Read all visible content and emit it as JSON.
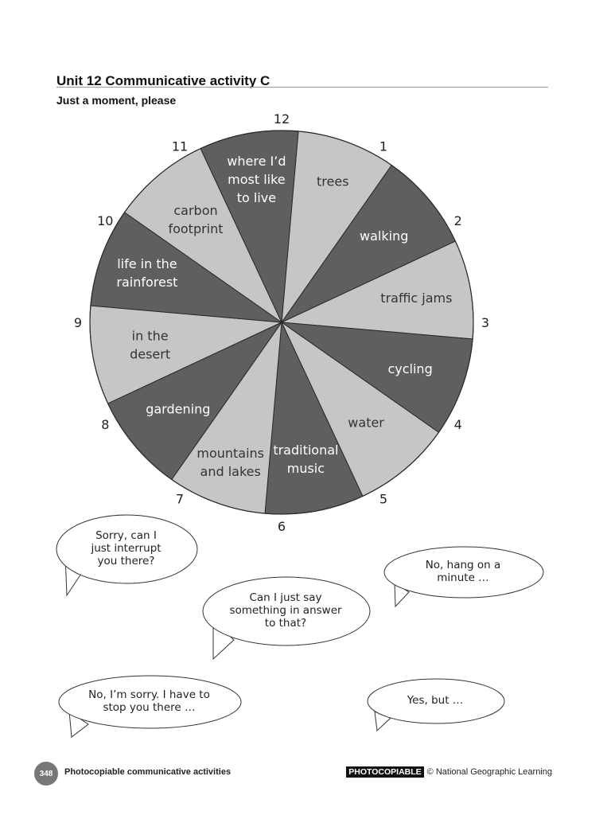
{
  "header": {
    "title": "Unit 12 Communicative activity C",
    "subtitle": "Just a moment, please"
  },
  "wheel": {
    "colors": {
      "dark": "#5f5f5f",
      "light": "#c6c6c6"
    },
    "segments": [
      {
        "hour": "12",
        "shade": "light",
        "lines": [
          "trees"
        ]
      },
      {
        "hour": "1",
        "shade": "dark",
        "lines": [
          "walking"
        ]
      },
      {
        "hour": "2",
        "shade": "light",
        "lines": [
          "traffic jams"
        ]
      },
      {
        "hour": "3",
        "shade": "dark",
        "lines": [
          "cycling"
        ]
      },
      {
        "hour": "4",
        "shade": "light",
        "lines": [
          "water"
        ]
      },
      {
        "hour": "5",
        "shade": "dark",
        "lines": [
          "traditional",
          "music"
        ]
      },
      {
        "hour": "6",
        "shade": "light",
        "lines": [
          "mountains",
          "and lakes"
        ]
      },
      {
        "hour": "7",
        "shade": "dark",
        "lines": [
          "gardening"
        ]
      },
      {
        "hour": "8",
        "shade": "light",
        "lines": [
          "in the",
          "desert"
        ]
      },
      {
        "hour": "9",
        "shade": "dark",
        "lines": [
          "life in the",
          "rainforest"
        ]
      },
      {
        "hour": "10",
        "shade": "light",
        "lines": [
          "carbon",
          "footprint"
        ]
      },
      {
        "hour": "11",
        "shade": "dark",
        "lines": [
          "where I’d",
          "most like",
          "to live"
        ]
      }
    ]
  },
  "bubbles": [
    {
      "lines": [
        "Sorry, can I",
        "just interrupt",
        "you there?"
      ]
    },
    {
      "lines": [
        "No, hang on a",
        "minute …"
      ]
    },
    {
      "lines": [
        "Can I just say",
        "something in answer",
        "to that?"
      ]
    },
    {
      "lines": [
        "No, I’m sorry. I have to",
        "stop you there …"
      ]
    },
    {
      "lines": [
        "Yes, but …"
      ]
    }
  ],
  "footer": {
    "page_number": "348",
    "section": "Photocopiable communicative activities",
    "badge": "PHOTOCOPIABLE",
    "copyright": "© National Geographic Learning"
  }
}
